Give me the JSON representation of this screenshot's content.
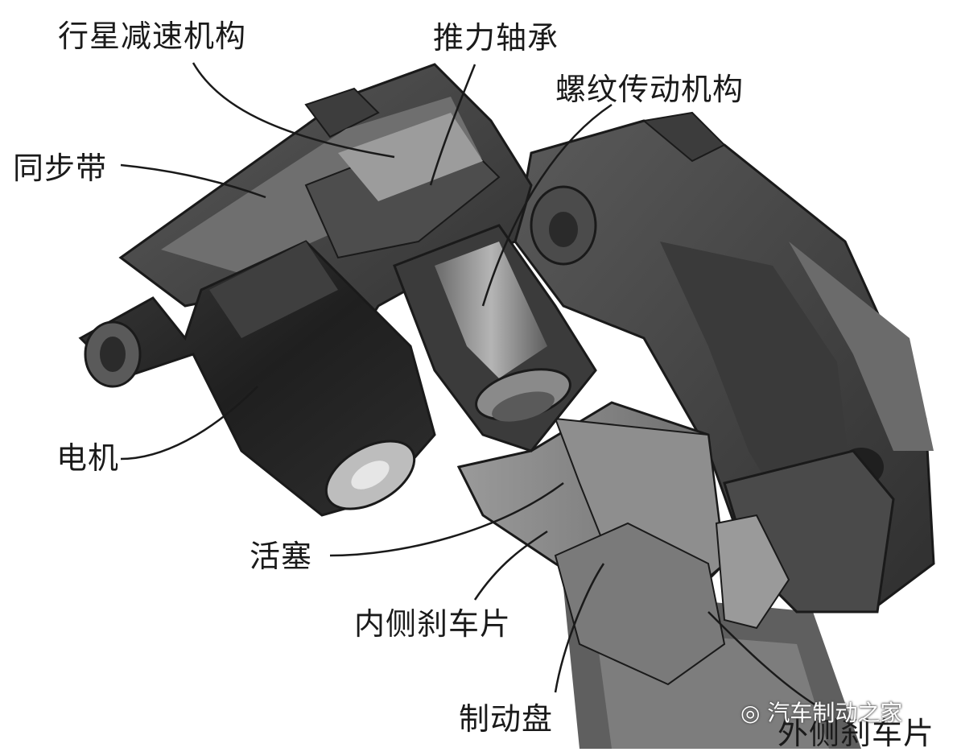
{
  "labels": {
    "planetary_reducer": "行星减速机构",
    "thrust_bearing": "推力轴承",
    "screw_drive": "螺纹传动机构",
    "timing_belt": "同步带",
    "motor": "电机",
    "piston": "活塞",
    "inner_pad": "内侧刹车片",
    "brake_disc": "制动盘",
    "outer_pad": "外侧刹车片"
  },
  "watermark": {
    "text": "汽车制动之家",
    "icon": "wechat-icon"
  },
  "colors": {
    "background": "#ffffff",
    "line": "#1a1a1a",
    "dark_metal": "#2b2b2b",
    "mid_metal": "#555555",
    "light_metal": "#8a8a8a"
  }
}
